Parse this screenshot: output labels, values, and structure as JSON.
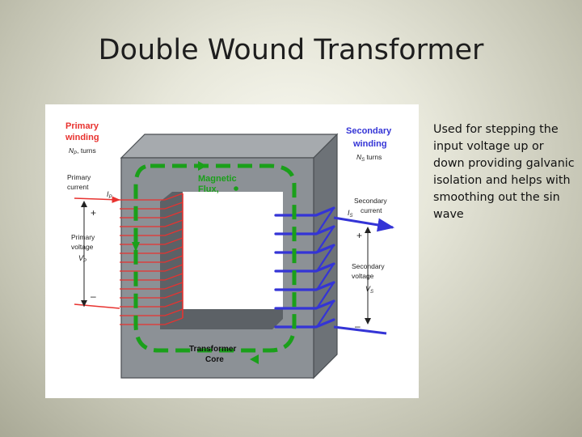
{
  "slide": {
    "title": "Double Wound Transformer",
    "caption": "Used for stepping the input voltage up or down providing galvanic isolation and helps with smoothing out the sin wave"
  },
  "diagram": {
    "primary_winding": {
      "line1": "Primary",
      "line2": "winding",
      "turns_symbol": "N",
      "turns_sub": "P",
      "turns_text": ", turns"
    },
    "secondary_winding": {
      "line1": "Secondary",
      "line2": "winding",
      "turns_symbol": "N",
      "turns_sub": "S",
      "turns_text": " turns"
    },
    "primary_current": {
      "line1": "Primary",
      "line2": "current",
      "symbol": "I",
      "sub": "P"
    },
    "secondary_current": {
      "line1": "Secondary",
      "line2": "current",
      "symbol": "I",
      "sub": "S"
    },
    "primary_voltage": {
      "line1": "Primary",
      "line2": "voltage",
      "symbol": "V",
      "sub": "P"
    },
    "secondary_voltage": {
      "line1": "Secondary",
      "line2": "voltage",
      "symbol": "V",
      "sub": "S"
    },
    "magnetic_flux": {
      "line1": "Magnetic",
      "line2": "Flux,"
    },
    "core": {
      "line1": "Transformer",
      "line2": "Core"
    },
    "plus_sign": "+",
    "minus_sign": "–",
    "colors": {
      "primary": "#e8322f",
      "secondary": "#3434d6",
      "flux": "#1aa01a",
      "core_front": "#8c9196",
      "core_top": "#a6aaae",
      "core_side": "#6d7277"
    }
  }
}
